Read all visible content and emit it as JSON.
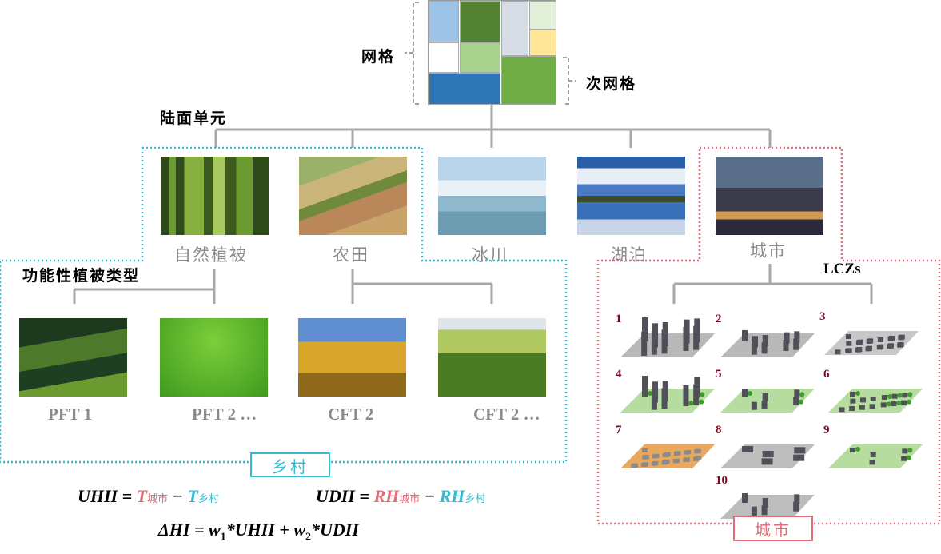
{
  "grid_label": "网格",
  "subgrid_label": "次网格",
  "land_unit_label": "陆面单元",
  "land_units": [
    {
      "label": "自然植被"
    },
    {
      "label": "农田"
    },
    {
      "label": "冰川"
    },
    {
      "label": "湖泊"
    },
    {
      "label": "城市"
    }
  ],
  "pft_label": "功能性植被类型",
  "sub_units": [
    {
      "label": "PFT 1"
    },
    {
      "label": "PFT 2 …"
    },
    {
      "label": "CFT 2"
    },
    {
      "label": "CFT 2 …"
    }
  ],
  "lczs_label": "LCZs",
  "lcz_numbers": [
    "1",
    "2",
    "3",
    "4",
    "5",
    "6",
    "7",
    "8",
    "9",
    "10"
  ],
  "rural_box": "乡村",
  "urban_box": "城市",
  "formulas": {
    "uhii": {
      "lhs": "UHII",
      "eq": " = ",
      "t": "T",
      "urban": "城市",
      "minus": " − ",
      "rural": "乡村"
    },
    "udii": {
      "lhs": "UDII",
      "eq": " = ",
      "t": "RH",
      "urban": "城市",
      "minus": " − ",
      "rural": "乡村"
    },
    "dhi": {
      "text1": "ΔHI = w",
      "sub1": "1",
      "text2": "*UHII + w",
      "sub2": "2",
      "text3": "*UDII"
    }
  },
  "colors": {
    "rural": "#33bcd0",
    "urban": "#e06c78"
  }
}
